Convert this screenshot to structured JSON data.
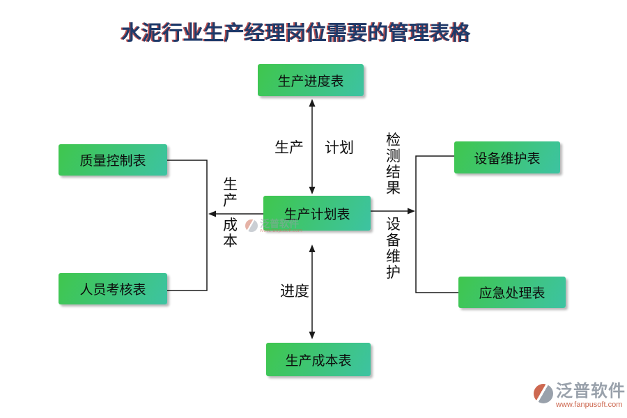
{
  "title": "水泥行业生产经理岗位需要的管理表格",
  "diagram": {
    "nodes": {
      "progress": {
        "label": "生产进度表"
      },
      "plan": {
        "label": "生产计划表"
      },
      "cost": {
        "label": "生产成本表"
      },
      "quality": {
        "label": "质量控制表"
      },
      "personnel": {
        "label": "人员考核表"
      },
      "equipment": {
        "label": "设备维护表"
      },
      "emergency": {
        "label": "应急处理表"
      }
    },
    "edge_labels": {
      "production": "生产",
      "plan": "计划",
      "progress": "进度",
      "cost_upper": "生产",
      "cost_lower": "成本",
      "inspection_result": "检测结果",
      "equipment_maintenance": "设备维护"
    }
  },
  "watermark_center": {
    "brand": "泛普软件",
    "url": "www.fanpusoft.com"
  },
  "watermark_footer": {
    "brand": "泛普软件",
    "url": "www.fanpusoft.com"
  },
  "colors": {
    "title": "#1f3a6a",
    "title_shadow": "#c0504d",
    "node_gradient_start": "#3fc64d",
    "node_gradient_end": "#3dc3a2",
    "node_text": "#0d0d0d",
    "line": "#1a1a1a",
    "watermark_gray": "#99a1ab",
    "watermark_orange": "#cd6850"
  }
}
